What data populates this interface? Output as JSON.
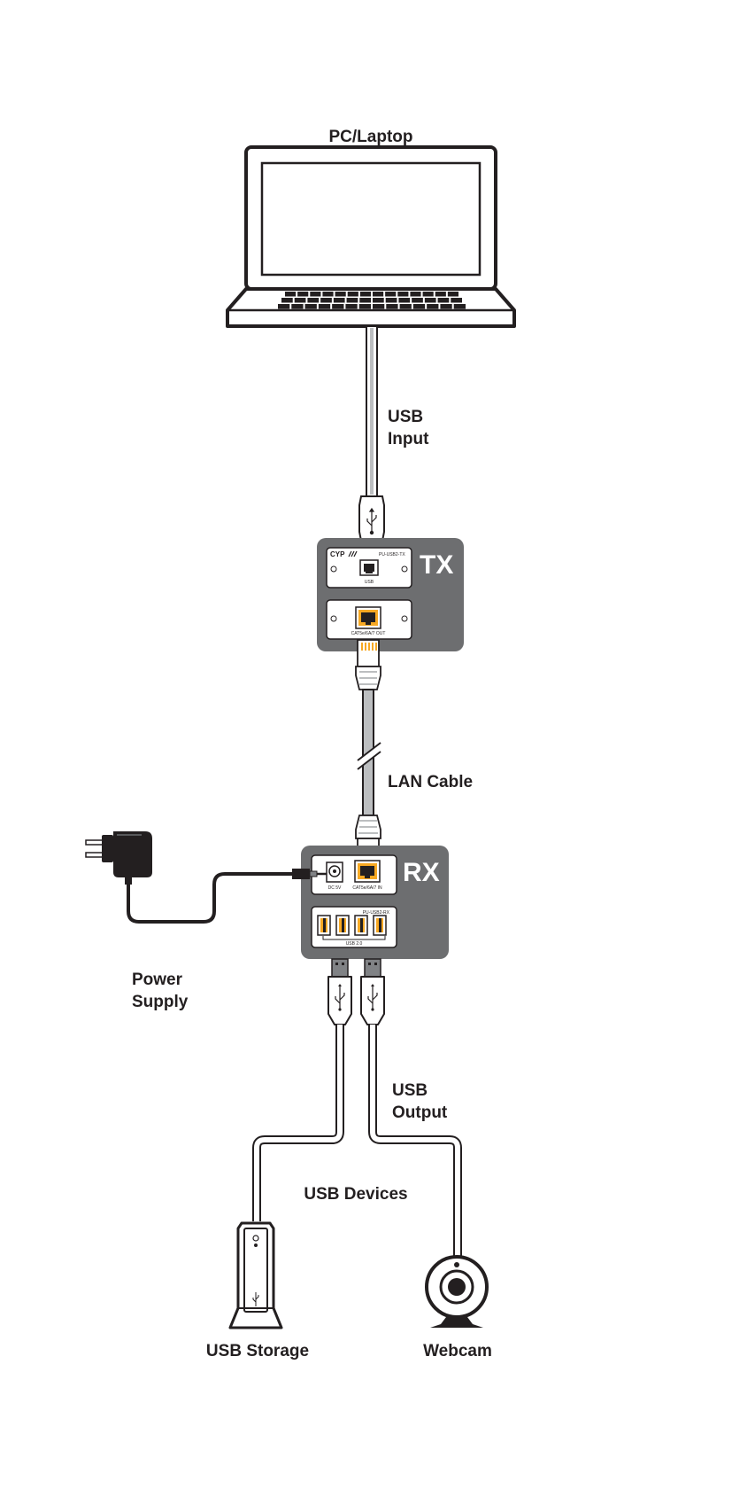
{
  "labels": {
    "pc_laptop": "PC/Laptop",
    "usb_input_line1": "USB",
    "usb_input_line2": "Input",
    "lan_cable": "LAN Cable",
    "power_supply_line1": "Power",
    "power_supply_line2": "Supply",
    "usb_output_line1": "USB",
    "usb_output_line2": "Output",
    "usb_devices": "USB Devices",
    "usb_storage": "USB Storage",
    "webcam": "Webcam"
  },
  "tx": {
    "badge": "TX",
    "brand": "CYP",
    "model": "PU-USB2-TX",
    "usb_port_label": "USB",
    "lan_port_label": "CAT5e/6A/7 OUT"
  },
  "rx": {
    "badge": "RX",
    "model": "PU-USB2-RX",
    "dc_label": "DC 5V",
    "lan_port_label": "CAT5e/6A/7 IN",
    "usb_hub_label": "USB 2.0"
  },
  "colors": {
    "ink": "#231f20",
    "box_gray": "#6d6e70",
    "cable_gray": "#bcbec0",
    "port_orange": "#f7a823"
  },
  "icons": [
    "laptop-icon",
    "usb-plug-icon",
    "rj45-plug-icon",
    "power-adapter-icon",
    "usb-storage-icon",
    "webcam-icon"
  ]
}
